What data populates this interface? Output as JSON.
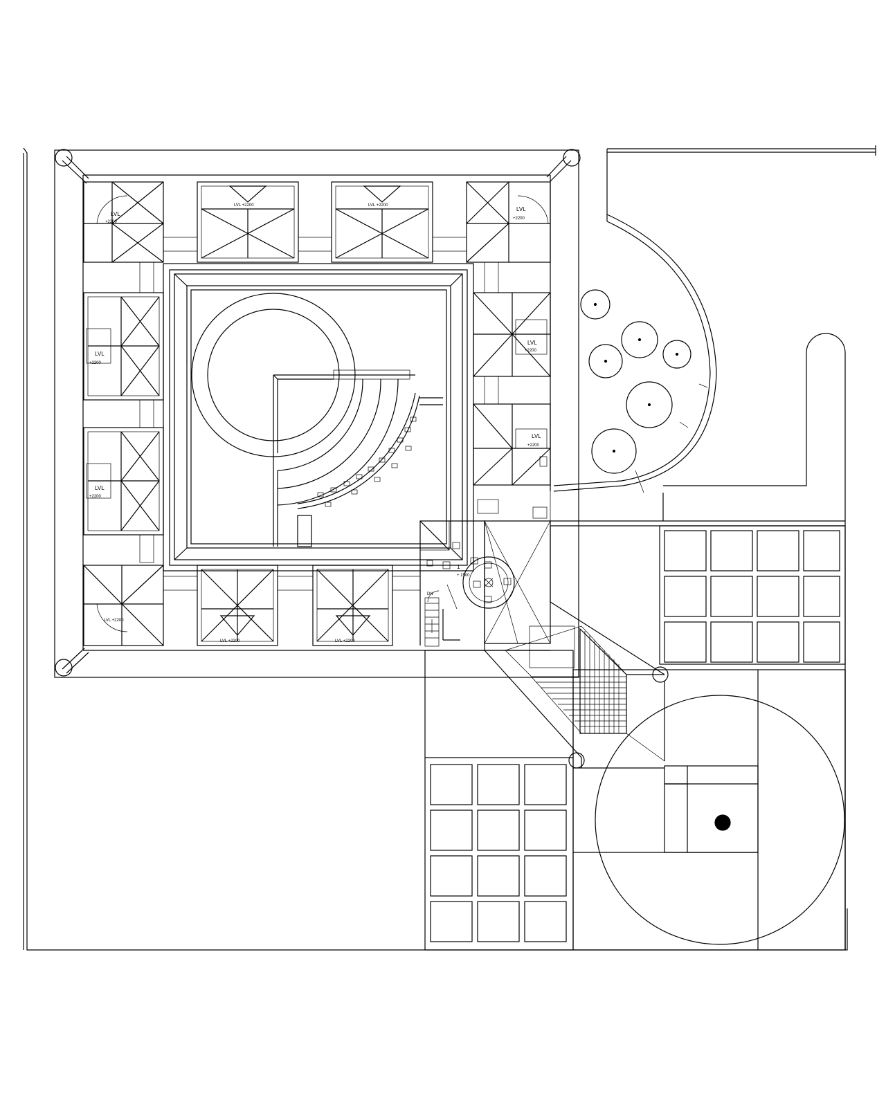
{
  "drawing": {
    "level_labels": [
      {
        "id": "lvl-nw",
        "line1": "LVL",
        "line2": "+2200"
      },
      {
        "id": "lvl-n1",
        "line1": "LVL +2200",
        "line2": ""
      },
      {
        "id": "lvl-n2",
        "line1": "LVL +2200",
        "line2": ""
      },
      {
        "id": "lvl-ne",
        "line1": "LVL",
        "line2": "+2200"
      },
      {
        "id": "lvl-w1",
        "line1": "LVL",
        "line2": "+2200"
      },
      {
        "id": "lvl-w2",
        "line1": "LVL",
        "line2": "+2200"
      },
      {
        "id": "lvl-e1",
        "line1": "LVL",
        "line2": "+2200"
      },
      {
        "id": "lvl-e2",
        "line1": "LVL",
        "line2": "+2200"
      },
      {
        "id": "lvl-sw",
        "line1": "LVL +2200",
        "line2": ""
      },
      {
        "id": "lvl-s1",
        "line1": "LVL +2200",
        "line2": ""
      },
      {
        "id": "lvl-s2",
        "line1": "LVL +2200",
        "line2": ""
      }
    ],
    "entry_mark": "1",
    "entry_level": "+ 1500",
    "stair_label": "DN"
  }
}
